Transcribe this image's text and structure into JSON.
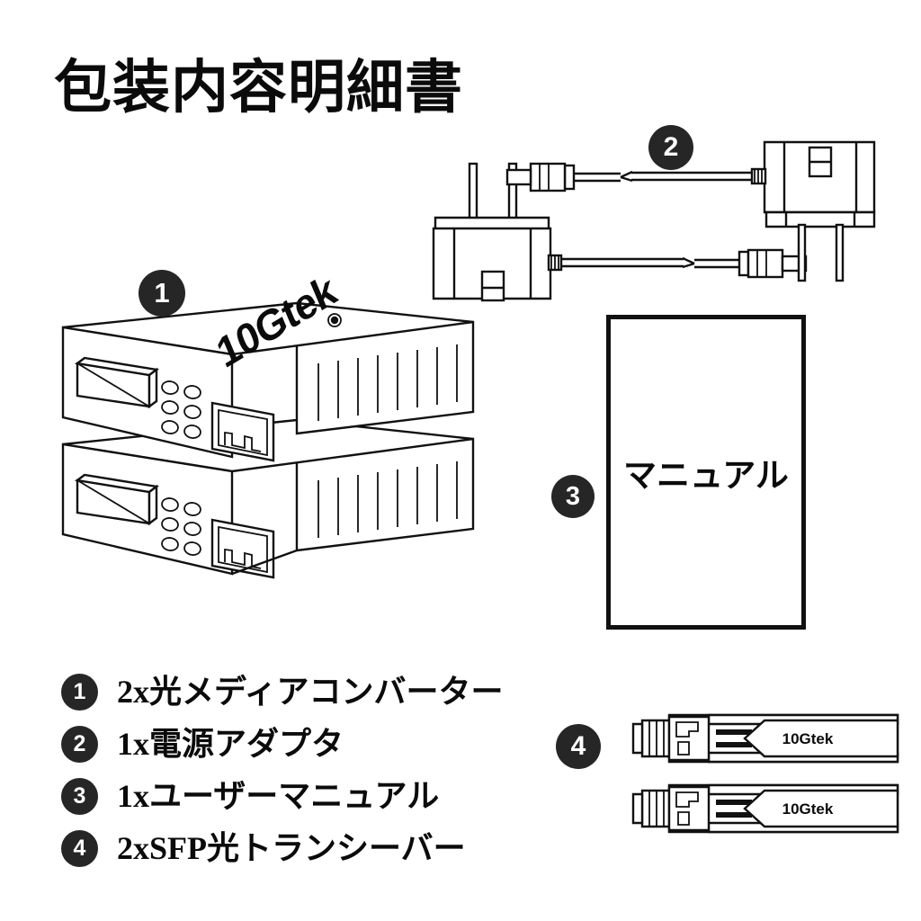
{
  "page": {
    "title": "包装内容明細書",
    "background_color": "#ffffff",
    "ink_color": "#111111",
    "badge_color": "#262626",
    "badge_text_color": "#ffffff"
  },
  "badges": {
    "one": "1",
    "two": "2",
    "three": "3",
    "four": "4"
  },
  "figures": {
    "converter": {
      "brand": "10Gtek",
      "registered_mark": "®"
    },
    "manual": {
      "label": "マニュアル"
    },
    "sfp": {
      "brand_top": "10Gtek",
      "brand_bottom": "10Gtek"
    }
  },
  "legend": {
    "items": [
      {
        "number": "1",
        "label": "2x光メディアコンバーター"
      },
      {
        "number": "2",
        "label": "1x電源アダプタ"
      },
      {
        "number": "3",
        "label": "1xユーザーマニュアル"
      },
      {
        "number": "4",
        "label": "2xSFP光トランシーバー"
      }
    ]
  }
}
